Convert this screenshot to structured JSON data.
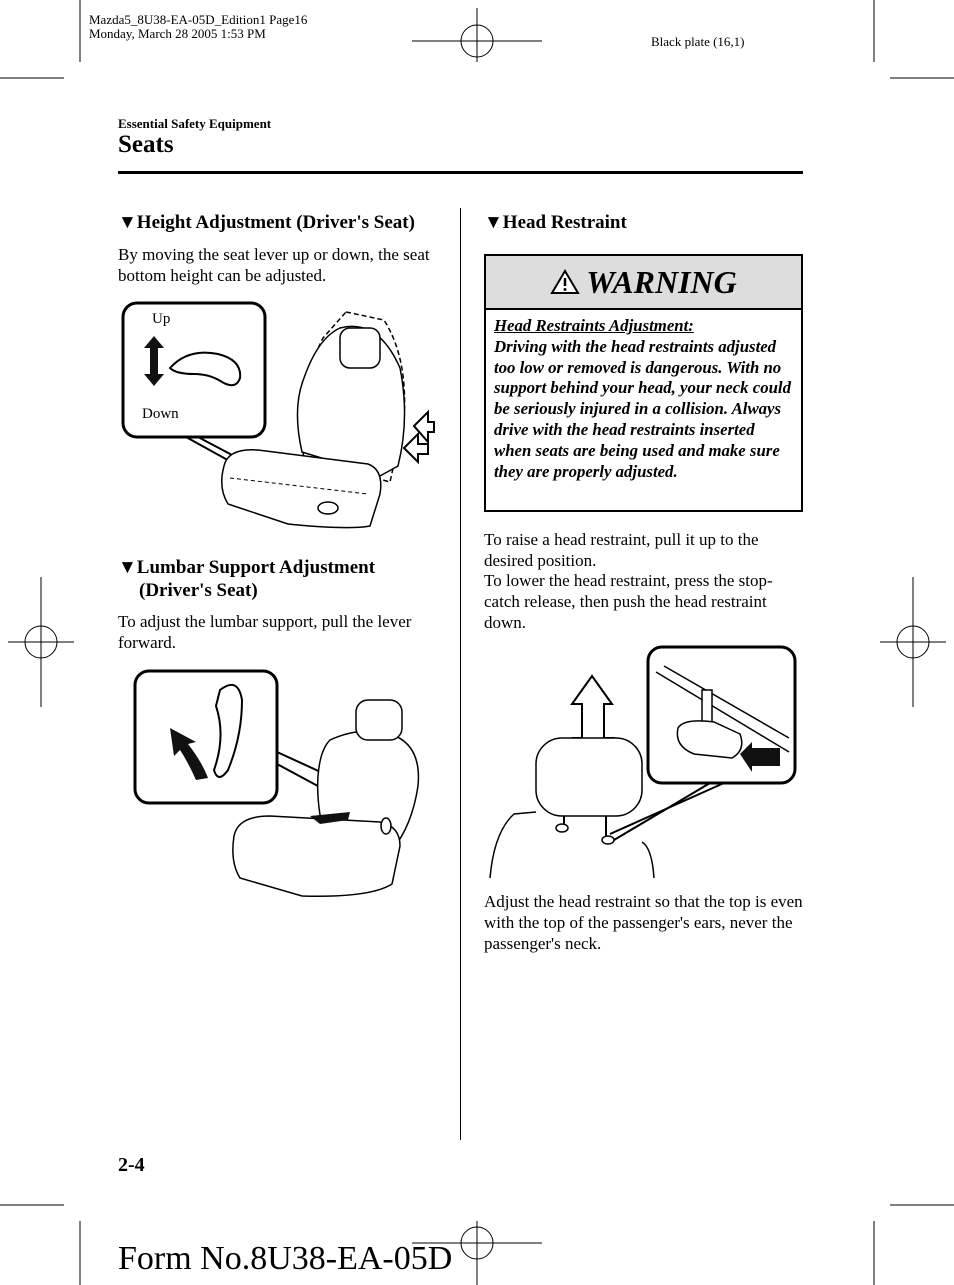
{
  "print_meta": {
    "line1": "Mazda5_8U38-EA-05D_Edition1 Page16",
    "line2": "Monday, March 28 2005 1:53 PM",
    "plate": "Black plate (16,1)"
  },
  "section": "Essential Safety Equipment",
  "page_title": "Seats",
  "left_column": {
    "height_heading": "▼Height Adjustment (Driver's Seat)",
    "height_text": "By moving the seat lever up or down, the seat bottom height can be adjusted.",
    "fig1_up": "Up",
    "fig1_down": "Down",
    "lumbar_heading_1": "▼Lumbar Support Adjustment",
    "lumbar_heading_2": "(Driver's Seat)",
    "lumbar_text": "To adjust the lumbar support, pull the lever forward."
  },
  "right_column": {
    "head_heading": "▼Head Restraint",
    "warning_title": "WARNING",
    "warning_subtitle": "Head Restraints Adjustment:",
    "warning_text": "Driving with the head restraints adjusted too low or removed is dangerous. With no support behind your head, your neck could be seriously injured in a collision. Always drive with the head restraints inserted when seats are being used and make sure they are properly adjusted.",
    "raise_text": "To raise a head restraint, pull it up to the desired position.",
    "lower_text": "To lower the head restraint, press the stop-catch release, then push the head restraint down.",
    "adjust_text": "Adjust the head restraint so that the top is even with the top of the passenger's ears, never the passenger's neck."
  },
  "page_number": "2-4",
  "form_number": "Form No.8U38-EA-05D"
}
